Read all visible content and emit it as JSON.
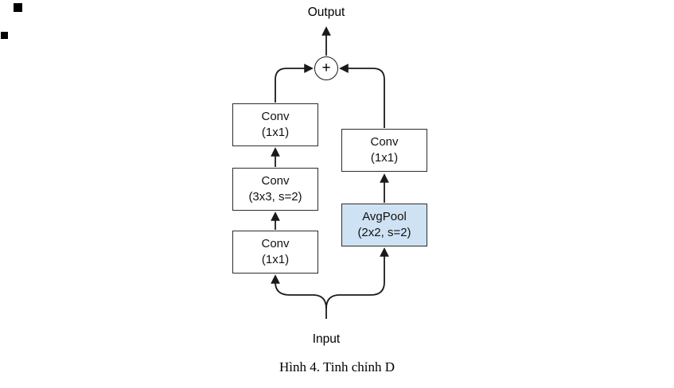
{
  "diagram": {
    "output_label": "Output",
    "input_label": "Input",
    "plus_label": "+",
    "left_branch": [
      {
        "name": "Conv",
        "params": "(1x1)"
      },
      {
        "name": "Conv",
        "params": "(3x3, s=2)"
      },
      {
        "name": "Conv",
        "params": "(1x1)"
      }
    ],
    "right_branch": [
      {
        "name": "Conv",
        "params": "(1x1)"
      },
      {
        "name": "AvgPool",
        "params": "(2x2, s=2)"
      }
    ],
    "colors": {
      "box_border": "#2d2d2d",
      "box_fill": "#ffffff",
      "highlight_fill": "#cfe2f3",
      "line": "#1a1a1a"
    }
  },
  "caption": "Hình 4. Tinh chỉnh D"
}
